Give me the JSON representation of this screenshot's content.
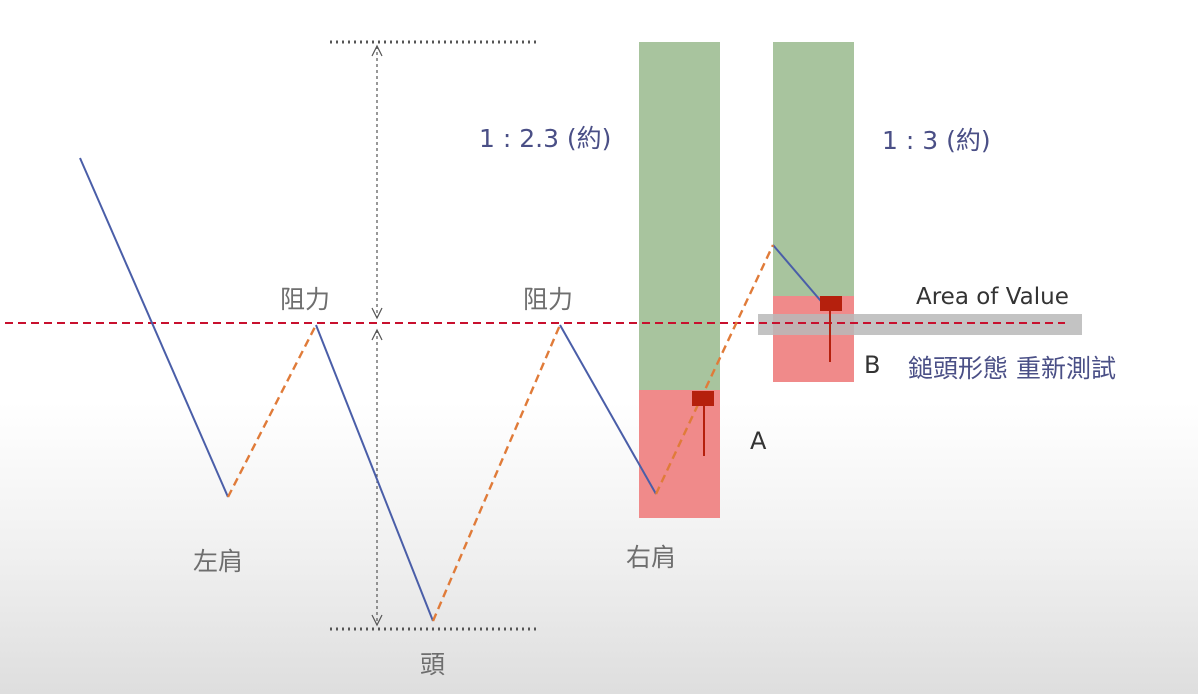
{
  "labels": {
    "resistance_left": "阻力",
    "resistance_right": "阻力",
    "left_shoulder": "左肩",
    "head": "頭",
    "right_shoulder": "右肩",
    "ratio_a": "1 : 2.3 (約)",
    "ratio_b": "1 : 3 (約)",
    "area_of_value": "Area of Value",
    "point_a": "A",
    "point_b": "B",
    "retest_note": "鎚頭形態 重新測試"
  },
  "colors": {
    "price_line": "#4a5ea8",
    "pullback_line": "#e07b39",
    "neckline": "#c8102e",
    "reward_zone": "#a8c49e",
    "risk_zone": "#f08a8a",
    "value_area": "#bdbdbd",
    "candle": "#b5200d",
    "measure": "#555555"
  }
}
